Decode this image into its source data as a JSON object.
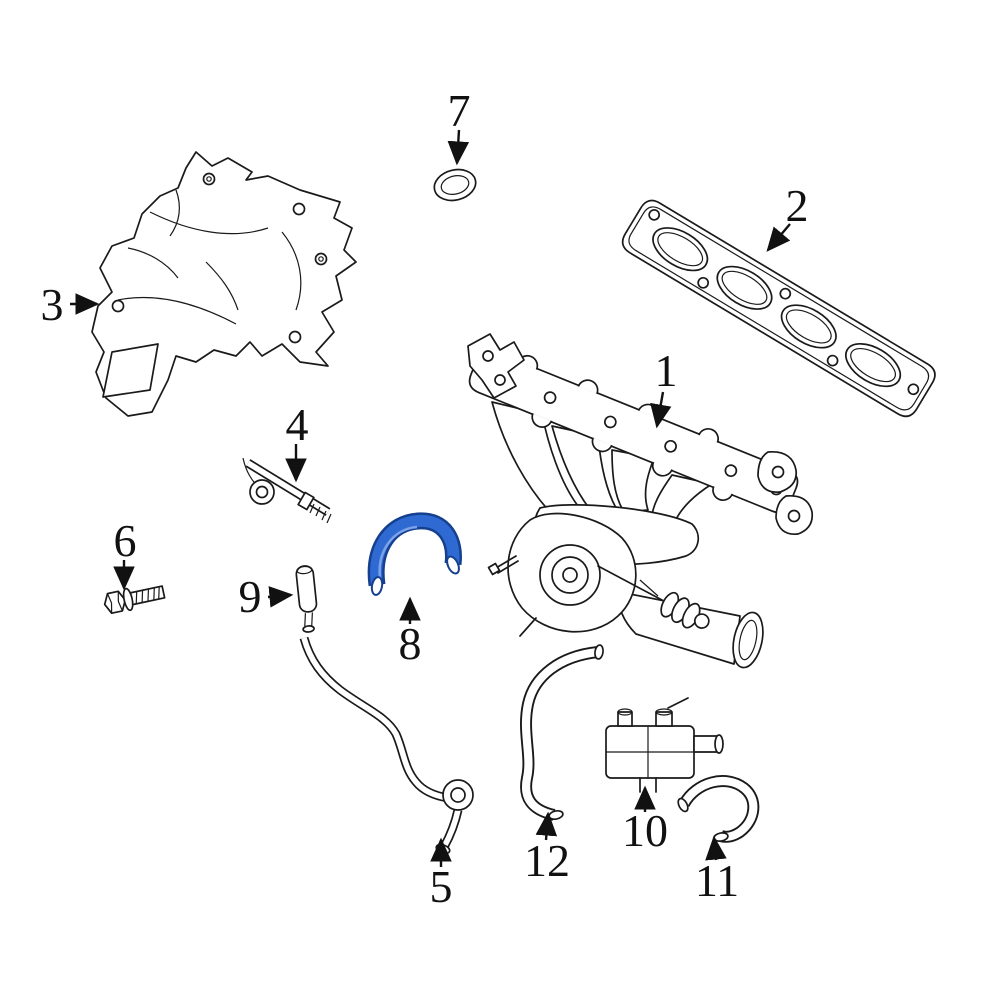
{
  "canvas": {
    "background_color": "#ffffff",
    "line_color": "#1a1a1a",
    "highlight_color": "#2e6ad2",
    "highlight_outline_color": "#15408f"
  },
  "callouts": [
    {
      "number": "1"
    },
    {
      "number": "2"
    },
    {
      "number": "3"
    },
    {
      "number": "4"
    },
    {
      "number": "5"
    },
    {
      "number": "6"
    },
    {
      "number": "7"
    },
    {
      "number": "8"
    },
    {
      "number": "9"
    },
    {
      "number": "10"
    },
    {
      "number": "11"
    },
    {
      "number": "12"
    }
  ]
}
